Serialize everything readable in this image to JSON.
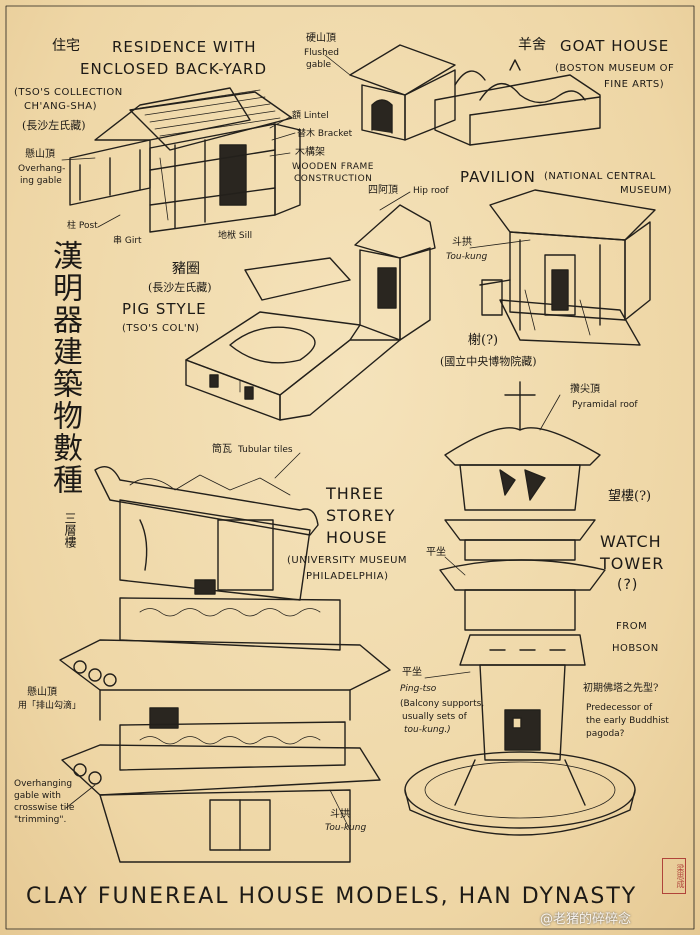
{
  "residence": {
    "title_cn": "住宅",
    "title_line1": "RESIDENCE WITH",
    "title_line2": "ENCLOSED BACK-YARD",
    "source_line1": "(TSO'S COLLECTION",
    "source_line2": "CH'ANG-SHA)",
    "source_cn": "(長沙左氏藏)",
    "label_overhang_cn": "懸山頂",
    "label_overhang_1": "Overhang-",
    "label_overhang_2": "ing gable",
    "label_lintel": "額 Lintel",
    "label_bracket": "替木 Bracket",
    "label_frame_cn": "木構架",
    "label_frame_1": "WOODEN FRAME",
    "label_frame_2": "CONSTRUCTION",
    "label_post": "柱 Post",
    "label_girt": "串 Girt",
    "label_sill": "地栿 Sill"
  },
  "goat": {
    "flush_cn": "硬山頂",
    "flush_1": "Flushed",
    "flush_2": "gable",
    "title_cn": "羊舍",
    "title": "GOAT HOUSE",
    "source_1": "(BOSTON MUSEUM OF",
    "source_2": "FINE ARTS)"
  },
  "pavilion": {
    "title": "PAVILION",
    "source_1": "(NATIONAL CENTRAL",
    "source_2": "MUSEUM)",
    "hip_cn": "四阿頂",
    "hip": "Hip roof",
    "toukung_cn": "斗拱",
    "toukung": "Tou-kung",
    "name_cn": "榭(?)",
    "museum_cn": "(國立中央博物院藏)"
  },
  "pig": {
    "title_cn": "豬圈",
    "source_cn": "(長沙左氏藏)",
    "title": "PIG STYLE",
    "source": "(TSO'S COL'N)"
  },
  "vertical_title": "漢明器建築物數種",
  "three_storey": {
    "side_cn": "三層樓",
    "tiles_cn": "筒瓦",
    "tiles": "Tubular tiles",
    "title_1": "THREE",
    "title_2": "STOREY",
    "title_3": "HOUSE",
    "source_1": "(UNIVERSITY MUSEUM",
    "source_2": "PHILADELPHIA)",
    "overhang_cn": "懸山頂",
    "overhang_cn2": "用「排山勾滴」",
    "note_1": "Overhanging",
    "note_2": "gable with",
    "note_3": "crosswise tile",
    "note_4": "\"trimming\".",
    "toukung_cn": "斗拱",
    "toukung": "Tou-kung"
  },
  "watch": {
    "pyramid_cn": "攢尖頂",
    "pyramid": "Pyramidal roof",
    "name_cn": "望樓(?)",
    "title_1": "WATCH",
    "title_2": "TOWER",
    "title_3": "(?)",
    "from": "FROM",
    "from_src": "HOBSON",
    "pingzuo_cn_top": "平坐",
    "pingzuo_cn": "平坐",
    "pingzuo": "Ping-tso",
    "balc_1": "(Balcony supports,",
    "balc_2": "usually sets of",
    "balc_3": "tou-kung.)",
    "pred_cn": "初期佛塔之先型?",
    "pred_1": "Predecessor of",
    "pred_2": "the early Buddhist",
    "pred_3": "pagoda?"
  },
  "bottom_title": "CLAY FUNEREAL HOUSE MODELS, HAN DYNASTY",
  "seal": "梁思成",
  "watermark": "@老猪的碎碎念"
}
